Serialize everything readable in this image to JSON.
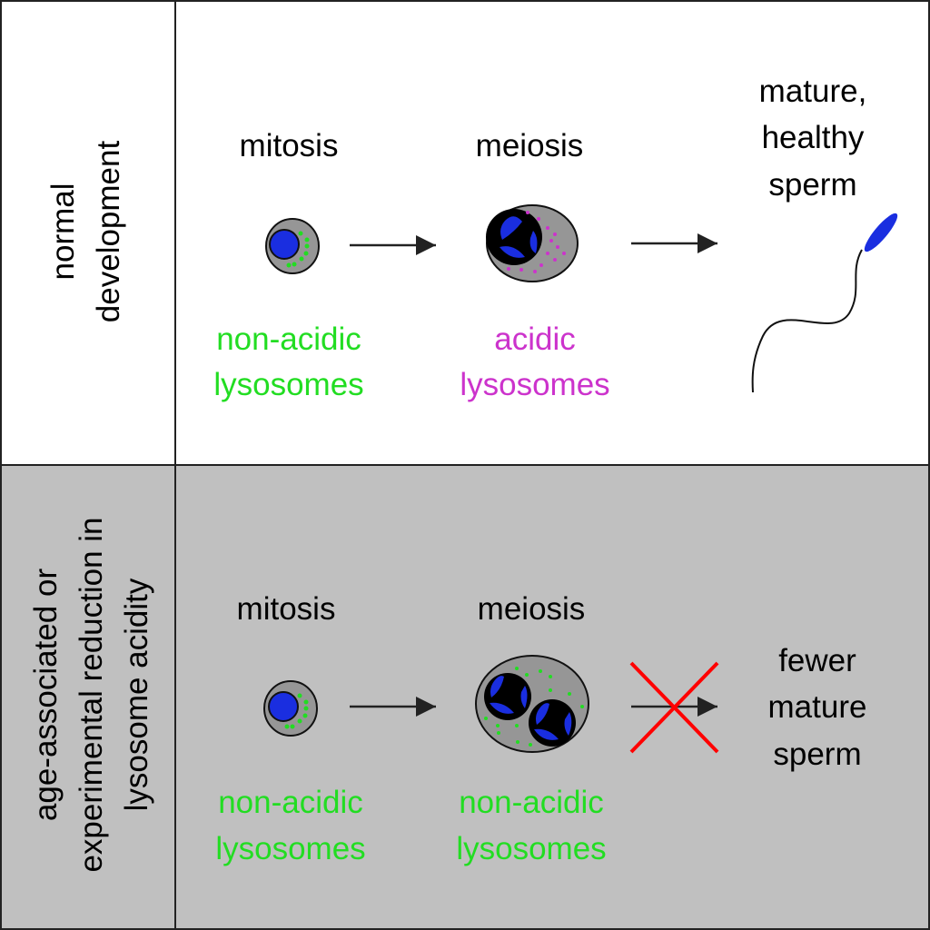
{
  "colors": {
    "top_bg": "#ffffff",
    "bottom_bg": "#c0c0c0",
    "cytoplasm": "#969696",
    "nucleus": "#1a2ee0",
    "non_acidic": "#22dd22",
    "acidic": "#cc33cc",
    "block_x": "#ff0000"
  },
  "top_row": {
    "row_label": [
      "normal",
      "development"
    ],
    "stage1": "mitosis",
    "stage2": "meiosis",
    "outcome": [
      "mature,",
      "healthy",
      "sperm"
    ],
    "label1": [
      "non-acidic",
      "lysosomes"
    ],
    "label2": [
      "acidic",
      "lysosomes"
    ]
  },
  "bottom_row": {
    "row_label": [
      "age-associated or",
      "experimental reduction in",
      "lysosome acidity"
    ],
    "stage1": "mitosis",
    "stage2": "meiosis",
    "outcome": [
      "fewer",
      "mature",
      "sperm"
    ],
    "label1": [
      "non-acidic",
      "lysosomes"
    ],
    "label2": [
      "non-acidic",
      "lysosomes"
    ]
  }
}
